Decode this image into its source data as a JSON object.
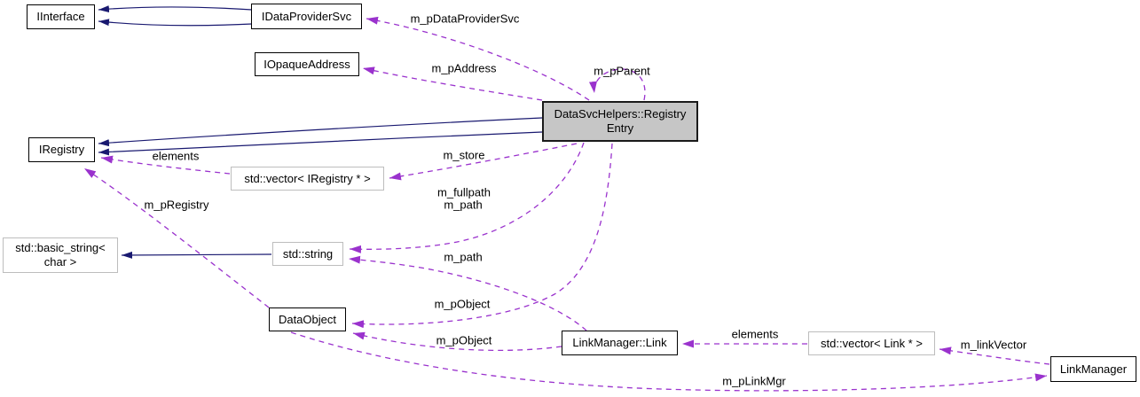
{
  "diagram": {
    "kind": "collaboration-graph",
    "focus_class": "DataSvcHelpers::RegistryEntry",
    "colors": {
      "inheritance_edge": "#191970",
      "usage_edge": "#9a32cd",
      "node_fill": "#ffffff",
      "focus_node_fill": "#c6c6c6",
      "node_border": "#000000",
      "external_node_border": "#bdbdbd",
      "background": "#ffffff"
    },
    "nodes": {
      "iinterface": {
        "label": "IInterface"
      },
      "idataprovidersvc": {
        "label": "IDataProviderSvc"
      },
      "iopaqueaddress": {
        "label": "IOpaqueAddress"
      },
      "registry_entry": {
        "label_line1": "DataSvcHelpers::Registry",
        "label_line2": "Entry"
      },
      "iregistry": {
        "label": "IRegistry"
      },
      "vector_iregistry": {
        "label": "std::vector< IRegistry * >"
      },
      "basic_string": {
        "label_line1": "std::basic_string<",
        "label_line2": "char >"
      },
      "std_string": {
        "label": "std::string"
      },
      "dataobject": {
        "label": "DataObject"
      },
      "link": {
        "label": "LinkManager::Link"
      },
      "vector_link": {
        "label": "std::vector< Link * >"
      },
      "linkmanager": {
        "label": "LinkManager"
      }
    },
    "edge_labels": {
      "m_pDataProviderSvc": "m_pDataProviderSvc",
      "m_pAddress": "m_pAddress",
      "m_pParent": "m_pParent",
      "m_store": "m_store",
      "elements_iregistry": "elements",
      "m_fullpath": "m_fullpath",
      "m_path_entry": "m_path",
      "m_pRegistry": "m_pRegistry",
      "m_path_link": "m_path",
      "m_pObject_entry": "m_pObject",
      "m_pObject_link": "m_pObject",
      "elements_link": "elements",
      "m_linkVector": "m_linkVector",
      "m_pLinkMgr": "m_pLinkMgr"
    }
  }
}
